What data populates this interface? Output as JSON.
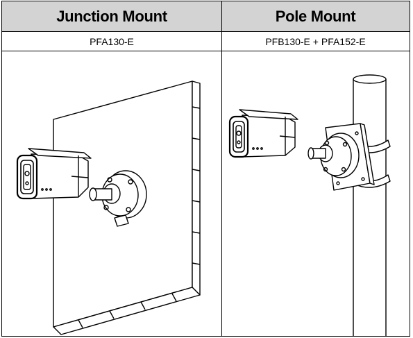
{
  "table": {
    "columns": [
      {
        "header": "Junction Mount",
        "model": "PFA130-E"
      },
      {
        "header": "Pole Mount",
        "model": "PFB130-E + PFA152-E"
      }
    ]
  },
  "illustrations": [
    {
      "icon": "camera-on-wall-junction-box-icon"
    },
    {
      "icon": "camera-on-pole-bracket-icon"
    }
  ]
}
